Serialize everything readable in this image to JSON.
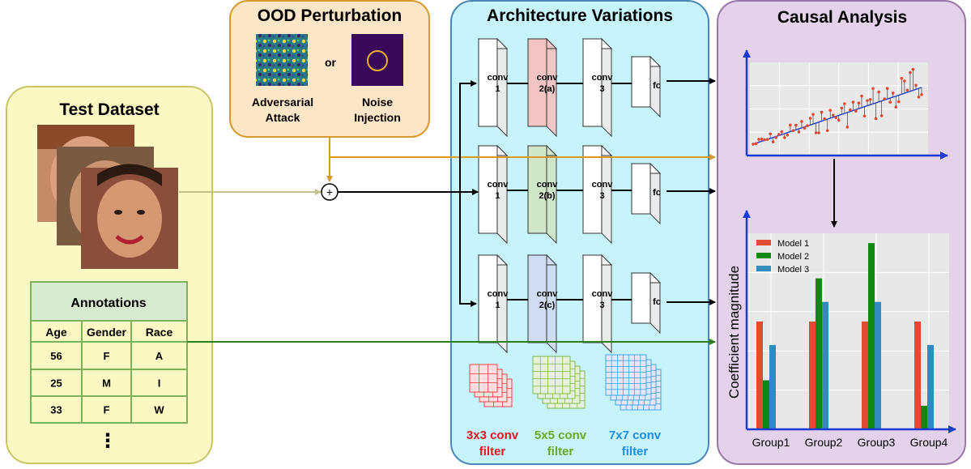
{
  "panels": {
    "test_dataset": {
      "title": "Test Dataset"
    },
    "ood": {
      "title": "OOD Perturbation",
      "or_label": "or",
      "adversarial_label": [
        "Adversarial",
        "Attack"
      ],
      "noise_label": [
        "Noise",
        "Injection"
      ]
    },
    "architecture": {
      "title": "Architecture Variations"
    },
    "causal": {
      "title": "Causal Analysis"
    }
  },
  "annotations": {
    "title": "Annotations",
    "headers": [
      "Age",
      "Gender",
      "Race"
    ],
    "rows": [
      [
        "56",
        "F",
        "A"
      ],
      [
        "25",
        "M",
        "I"
      ],
      [
        "33",
        "F",
        "W"
      ]
    ],
    "ellipsis": "⋮"
  },
  "plus_symbol": "+",
  "networks": [
    {
      "layers": [
        [
          "conv",
          "1"
        ],
        [
          "conv",
          "2(a)"
        ],
        [
          "conv",
          "3"
        ],
        [
          "fc"
        ]
      ],
      "color": "#f2c4c4"
    },
    {
      "layers": [
        [
          "conv",
          "1"
        ],
        [
          "conv",
          "2(b)"
        ],
        [
          "conv",
          "3"
        ],
        [
          "fc"
        ]
      ],
      "color": "#cfe6c8"
    },
    {
      "layers": [
        [
          "conv",
          "1"
        ],
        [
          "conv",
          "2(c)"
        ],
        [
          "conv",
          "3"
        ],
        [
          "fc"
        ]
      ],
      "color": "#cfdcf2"
    }
  ],
  "filters": [
    {
      "lines": [
        "3x3 conv",
        "filter"
      ],
      "color": "#e8141a",
      "grid": 3
    },
    {
      "lines": [
        "5x5 conv",
        "filter"
      ],
      "color": "#6aaa1e",
      "grid": 5
    },
    {
      "lines": [
        "7x7 conv",
        "filter"
      ],
      "color": "#1e8ce6",
      "grid": 7
    }
  ],
  "colors": {
    "test_bg": "#fbf8c3",
    "test_border": "#c9c46a",
    "ood_bg": "#fde6c8",
    "ood_border": "#d99a2c",
    "arch_bg": "#c7f3fb",
    "arch_border": "#4a88b8",
    "causal_bg": "#e4d2ea",
    "causal_border": "#9a77a8",
    "annot_header": "#d7ead0",
    "annot_border": "#7ab35b",
    "orange_arrow": "#d99a2c",
    "green_arrow": "#2e7d1e",
    "tan_arrow": "#c4c28a",
    "model1": "#e24a33",
    "model2": "#118811",
    "model3": "#348abd"
  },
  "chart_data": [
    {
      "type": "scatter",
      "title": "",
      "xlabel": "",
      "ylabel": "",
      "description_series": [
        {
          "name": "",
          "kind": "fitted line with residual segments"
        }
      ]
    },
    {
      "type": "bar",
      "categories": [
        "Group1",
        "Group2",
        "Group3",
        "Group4"
      ],
      "ylabel": "Coefficient magnitude",
      "legend_position": "top-left",
      "series": [
        {
          "name": "Model 1",
          "values": [
            0.55,
            0.55,
            0.55,
            0.55
          ]
        },
        {
          "name": "Model 2",
          "values": [
            0.25,
            0.77,
            0.95,
            0.12
          ]
        },
        {
          "name": "Model 3",
          "values": [
            0.43,
            0.65,
            0.65,
            0.43
          ]
        }
      ],
      "ylim": [
        0,
        1.0
      ],
      "grid": true
    }
  ]
}
